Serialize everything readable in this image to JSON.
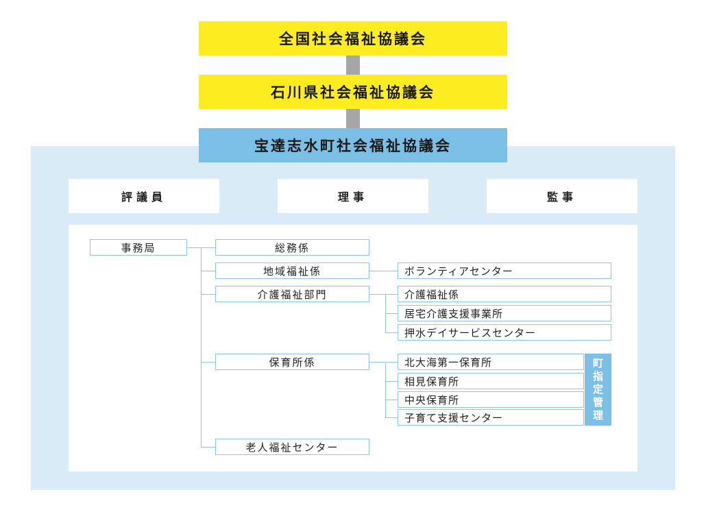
{
  "top": {
    "national": "全国社会福祉協議会",
    "prefecture": "石川県社会福祉協議会",
    "town": "宝達志水町社会福祉協議会"
  },
  "roles": [
    "評議員",
    "理事",
    "監事"
  ],
  "secretariat": {
    "label": "事務局",
    "sections": {
      "general": "総務係",
      "community": "地域福祉係",
      "care": "介護福祉部門",
      "nursery": "保育所係",
      "senior": "老人福祉センター"
    },
    "community_children": [
      "ボランティアセンター"
    ],
    "care_children": [
      "介護福祉係",
      "居宅介護支援事業所",
      "押水デイサービスセンター"
    ],
    "nursery_children": [
      "北大海第一保育所",
      "相見保育所",
      "中央保育所",
      "子育て支援センター"
    ],
    "designation_tag": "町指定管理"
  }
}
